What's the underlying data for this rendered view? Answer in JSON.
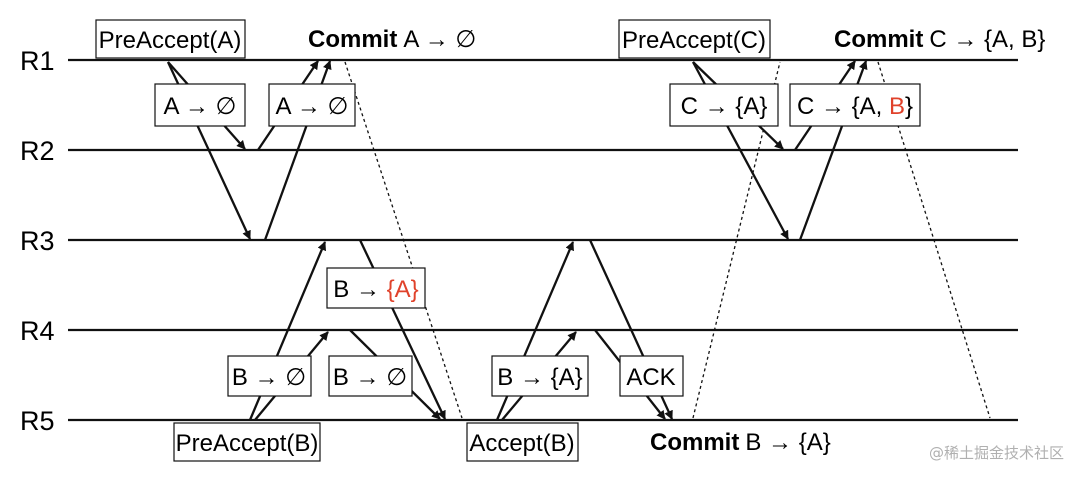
{
  "replicas": [
    "R1",
    "R2",
    "R3",
    "R4",
    "R5"
  ],
  "colors": {
    "ink": "#111111",
    "highlight": "#e0422b",
    "watermark": "#b0b0b0"
  },
  "labels": {
    "preaccept_a": "PreAccept(A)",
    "commit_a_keyword": "Commit",
    "commit_a_rest": "A → ∅",
    "preaccept_c": "PreAccept(C)",
    "commit_c_keyword": "Commit",
    "commit_c_rest": "C → {A, B}",
    "a_empty_1": "A → ∅",
    "a_empty_2": "A → ∅",
    "c_a_prefix": "C → {A}",
    "c_ab_prefix": "C → {A, ",
    "c_ab_highlight": "B",
    "c_ab_suffix": "}",
    "b_a_prefix": "B → ",
    "b_a_highlight": "{A}",
    "b_empty_1": "B → ∅",
    "b_empty_2": "B → ∅",
    "b_a_plain": "B → {A}",
    "ack": "ACK",
    "preaccept_b": "PreAccept(B)",
    "accept_b": "Accept(B)",
    "commit_b_keyword": "Commit",
    "commit_b_rest": "B → {A}"
  },
  "watermark": "@稀土掘金技术社区"
}
